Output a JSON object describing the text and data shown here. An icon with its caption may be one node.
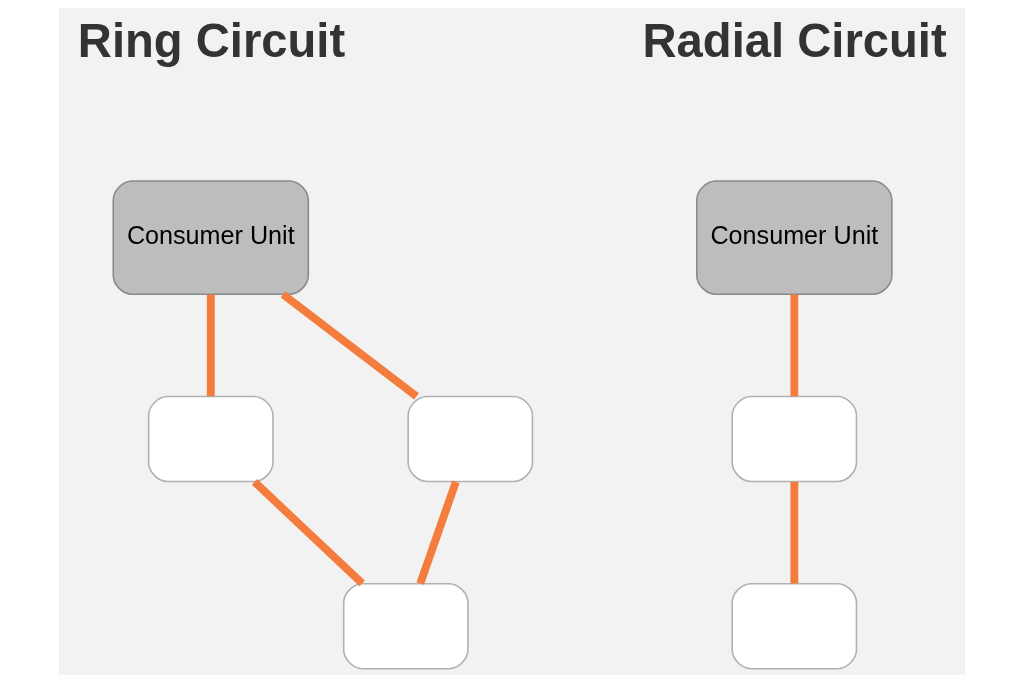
{
  "diagram": {
    "nodes": [
      {
        "text": [
          "Consumer Unit"
        ]
      },
      {
        "text": [],
        "shape": "box"
      },
      {
        "text": [],
        "shape": "box"
      },
      {
        "text": [],
        "shape": "box"
      },
      {
        "text": [
          "Consumer Unit"
        ]
      },
      {
        "text": [],
        "shape": "box"
      },
      {
        "text": [],
        "shape": "box"
      }
    ],
    "edges": [
      {
        "from": 0,
        "to": 1,
        "arrow": "none"
      },
      {
        "from": 1,
        "to": 3,
        "arrow": "none"
      },
      {
        "from": 3,
        "to": 2,
        "arrow": "none"
      },
      {
        "from": 2,
        "to": 0,
        "arrow": "none"
      },
      {
        "from": 4,
        "to": 5,
        "arrow": "none"
      },
      {
        "from": 5,
        "to": 6,
        "arrow": "none"
      }
    ],
    "labels": [
      "Ring Circuit",
      "Radial Circuit"
    ]
  }
}
